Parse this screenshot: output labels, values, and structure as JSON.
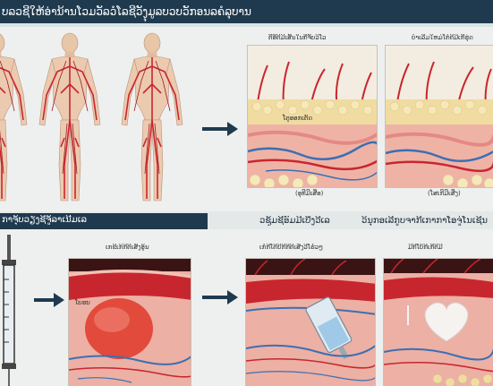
{
  "header": {
    "title": "ຸບລວຊີໃຫ້ອ່ານ້ານໂວມວັລວໍໂລຊີວັງຸມູລບວບວັກອນລຄໍລຸບານ"
  },
  "panels": {
    "top_left": {
      "title": "ູ້ຕືອີ່ຕີມີເສັ້ນໃນກີ່ຈັບວິໂວ",
      "sublabel": "ໂຕຸອອກເຕັດ",
      "caption": "(ອຸທີມີເສື່ອ)"
    },
    "top_right": {
      "title": "ບໍາເລີ່ມໃຫມ່ໂກໍຕີມີເກີ່ຮຸ່ດ",
      "caption": "(ໂສເກີມີເສີ່ງ)"
    }
  },
  "sections": {
    "left": "ຸກາຈຸ້ບວຽງຊີຈູ້ລາເນີມເລ",
    "mid": "ວຊຸ້ມຊີອົມມີເບີ່ງວີເລ",
    "right": "ວິນຸກອເລີກູບຈາກີເກາກາໂອຈູ່ໂນເຊີນ"
  },
  "bottom_panels": {
    "b1": {
      "title": "ີເກຂີເກິກີຕີເສັງອູ້ນ",
      "label": "ໂບຮບ"
    },
    "b2": {
      "title": "ີເກໍ່ກີໂຕີຍີກີກີຕີເສີ່ງວີໂຮໍ່ວໆ"
    },
    "b3": {
      "title": "ຸມີກີໂບ້ກີເກີ່ຕີມີ"
    }
  },
  "colors": {
    "banner": "#1f3a4e",
    "vessel": "#c8262e",
    "vein": "#3b6fb3",
    "arrow": "#1f3a4e",
    "fat": "#f0dca0"
  },
  "icons": [
    "human-figure-icon",
    "arrow-right-icon",
    "syringe-icon",
    "heart-icon"
  ]
}
